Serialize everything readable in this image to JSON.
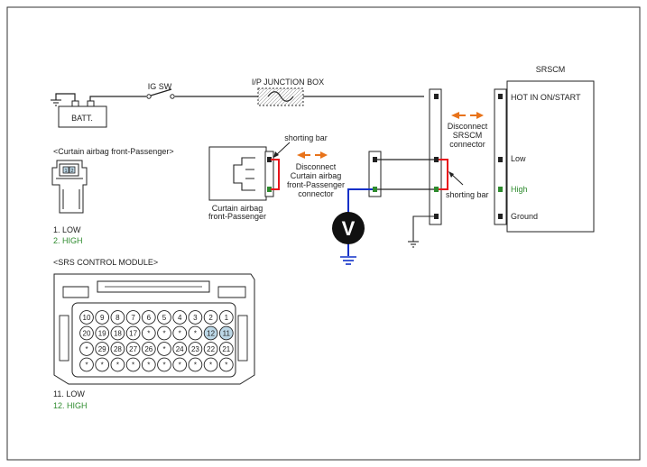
{
  "labels": {
    "ig_sw": "IG SW",
    "ip_junction_box": "I/P JUNCTION BOX",
    "batt": "BATT.",
    "srscm": "SRSCM",
    "hot_in_on_start": "HOT IN ON/START",
    "low": "Low",
    "high": "High",
    "ground": "Ground",
    "disconnect_srscm": [
      "Disconnect",
      "SRSCM",
      "connector"
    ],
    "shorting_bar_right": "shorting bar",
    "shorting_bar_left": "shorting bar",
    "disconnect_curtain": [
      "Disconnect",
      "Curtain airbag",
      "front-Passenger",
      "connector"
    ],
    "curtain_airbag_caption": [
      "Curtain airbag",
      "front-Passenger"
    ],
    "voltmeter": "V"
  },
  "passenger_connector": {
    "title": "<Curtain airbag front-Passenger>",
    "pins": [
      "1",
      "2"
    ],
    "legend": [
      {
        "text": "1. LOW",
        "color": "#222222"
      },
      {
        "text": "2. HIGH",
        "color": "#2e8b2e"
      }
    ]
  },
  "srs_module": {
    "title": "<SRS CONTROL MODULE>",
    "pin_rows": [
      [
        "10",
        "9",
        "8",
        "7",
        "6",
        "5",
        "4",
        "3",
        "2",
        "1"
      ],
      [
        "20",
        "19",
        "18",
        "17",
        "*",
        "*",
        "*",
        "*",
        "12",
        "11"
      ],
      [
        "*",
        "29",
        "28",
        "27",
        "26",
        "*",
        "24",
        "23",
        "22",
        "21"
      ],
      [
        "*",
        "*",
        "*",
        "*",
        "*",
        "*",
        "*",
        "*",
        "*",
        "*"
      ]
    ],
    "highlighted_pins": [
      "12",
      "11"
    ],
    "legend": [
      {
        "text": "11. LOW",
        "color": "#222222"
      },
      {
        "text": "12. HIGH",
        "color": "#2e8b2e"
      }
    ]
  },
  "colors": {
    "wire": "#222222",
    "shorting_bar": "#e8141b",
    "arrow": "#e8731a",
    "meter_wire": "#1030c8",
    "high_pin": "#2e8b2e",
    "highlight_pin": "#bcd7e6",
    "high_text": "#2e8b2e"
  }
}
